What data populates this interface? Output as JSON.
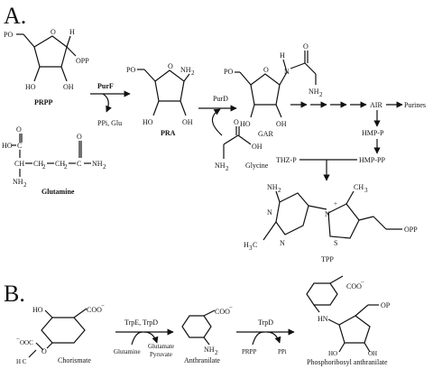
{
  "panels": {
    "a": "A.",
    "b": "B."
  },
  "panel_a": {
    "prpp": {
      "name": "PRPP",
      "po": "PO",
      "h": "H",
      "opp": "OPP",
      "ho": "HO",
      "oh": "OH"
    },
    "glutamine": {
      "name": "Glutamine",
      "o1": "O",
      "ho": "HO",
      "c1": "C",
      "ch": "CH",
      "ch2a": "CH",
      "sub2a": "2",
      "ch2b": "CH",
      "sub2b": "2",
      "c2": "C",
      "o2": "O",
      "nh2": "NH",
      "sub_nh2": "2",
      "nh2b": "NH",
      "sub_nh2b": "2"
    },
    "enzyme_purf": "PurF",
    "byproducts": "PPi, Glu",
    "pra": {
      "name": "PRA",
      "po": "PO",
      "nh2": "NH",
      "sub": "2",
      "ho": "HO",
      "oh": "OH"
    },
    "enzyme_purd": "PurD",
    "glycine": {
      "name": "Glycine",
      "o": "O",
      "oh": "OH",
      "nh2": "NH",
      "sub": "2"
    },
    "gar": {
      "name": "GAR",
      "po": "PO",
      "h": "H",
      "n": "N",
      "o": "O",
      "nh2": "NH",
      "sub": "2",
      "ho": "HO",
      "oh": "OH"
    },
    "air": "AIR",
    "purines": "Purines",
    "hmp_p": "HMP-P",
    "hmp_pp": "HMP-PP",
    "thz_p": "THZ-P",
    "tpp": {
      "name": "TPP",
      "nh2": "NH",
      "sub": "2",
      "ch3": "CH",
      "sub3": "3",
      "h3c": "H",
      "sub3b": "3",
      "c": "C",
      "n1": "N",
      "n2": "N",
      "nplus": "N",
      "plus": "+",
      "s": "S",
      "opp": "OPP"
    }
  },
  "panel_b": {
    "chorismate": {
      "name": "Chorismate",
      "ho": "HO",
      "coo": "COO",
      "charge": "−",
      "oooc": "OOC",
      "charge2": "−",
      "o": "O",
      "h2c": "H C",
      "sub": "2"
    },
    "enzyme_trpe": "TrpE, TrpD",
    "glutamine": "Glutamine",
    "glutamate": "Glutamate",
    "pyruvate": "Pyruvate",
    "anthranilate": {
      "name": "Anthranilate",
      "coo": "COO",
      "charge": "−",
      "nh2": "NH",
      "sub": "2"
    },
    "enzyme_trpd": "TrpD",
    "prpp": "PRPP",
    "ppi": "PPi",
    "prant": {
      "name": "Phosphoribosyl anthranilate",
      "coo": "COO",
      "charge": "−",
      "hn": "HN",
      "op": "OP",
      "ho": "HO",
      "oh": "OH"
    }
  }
}
